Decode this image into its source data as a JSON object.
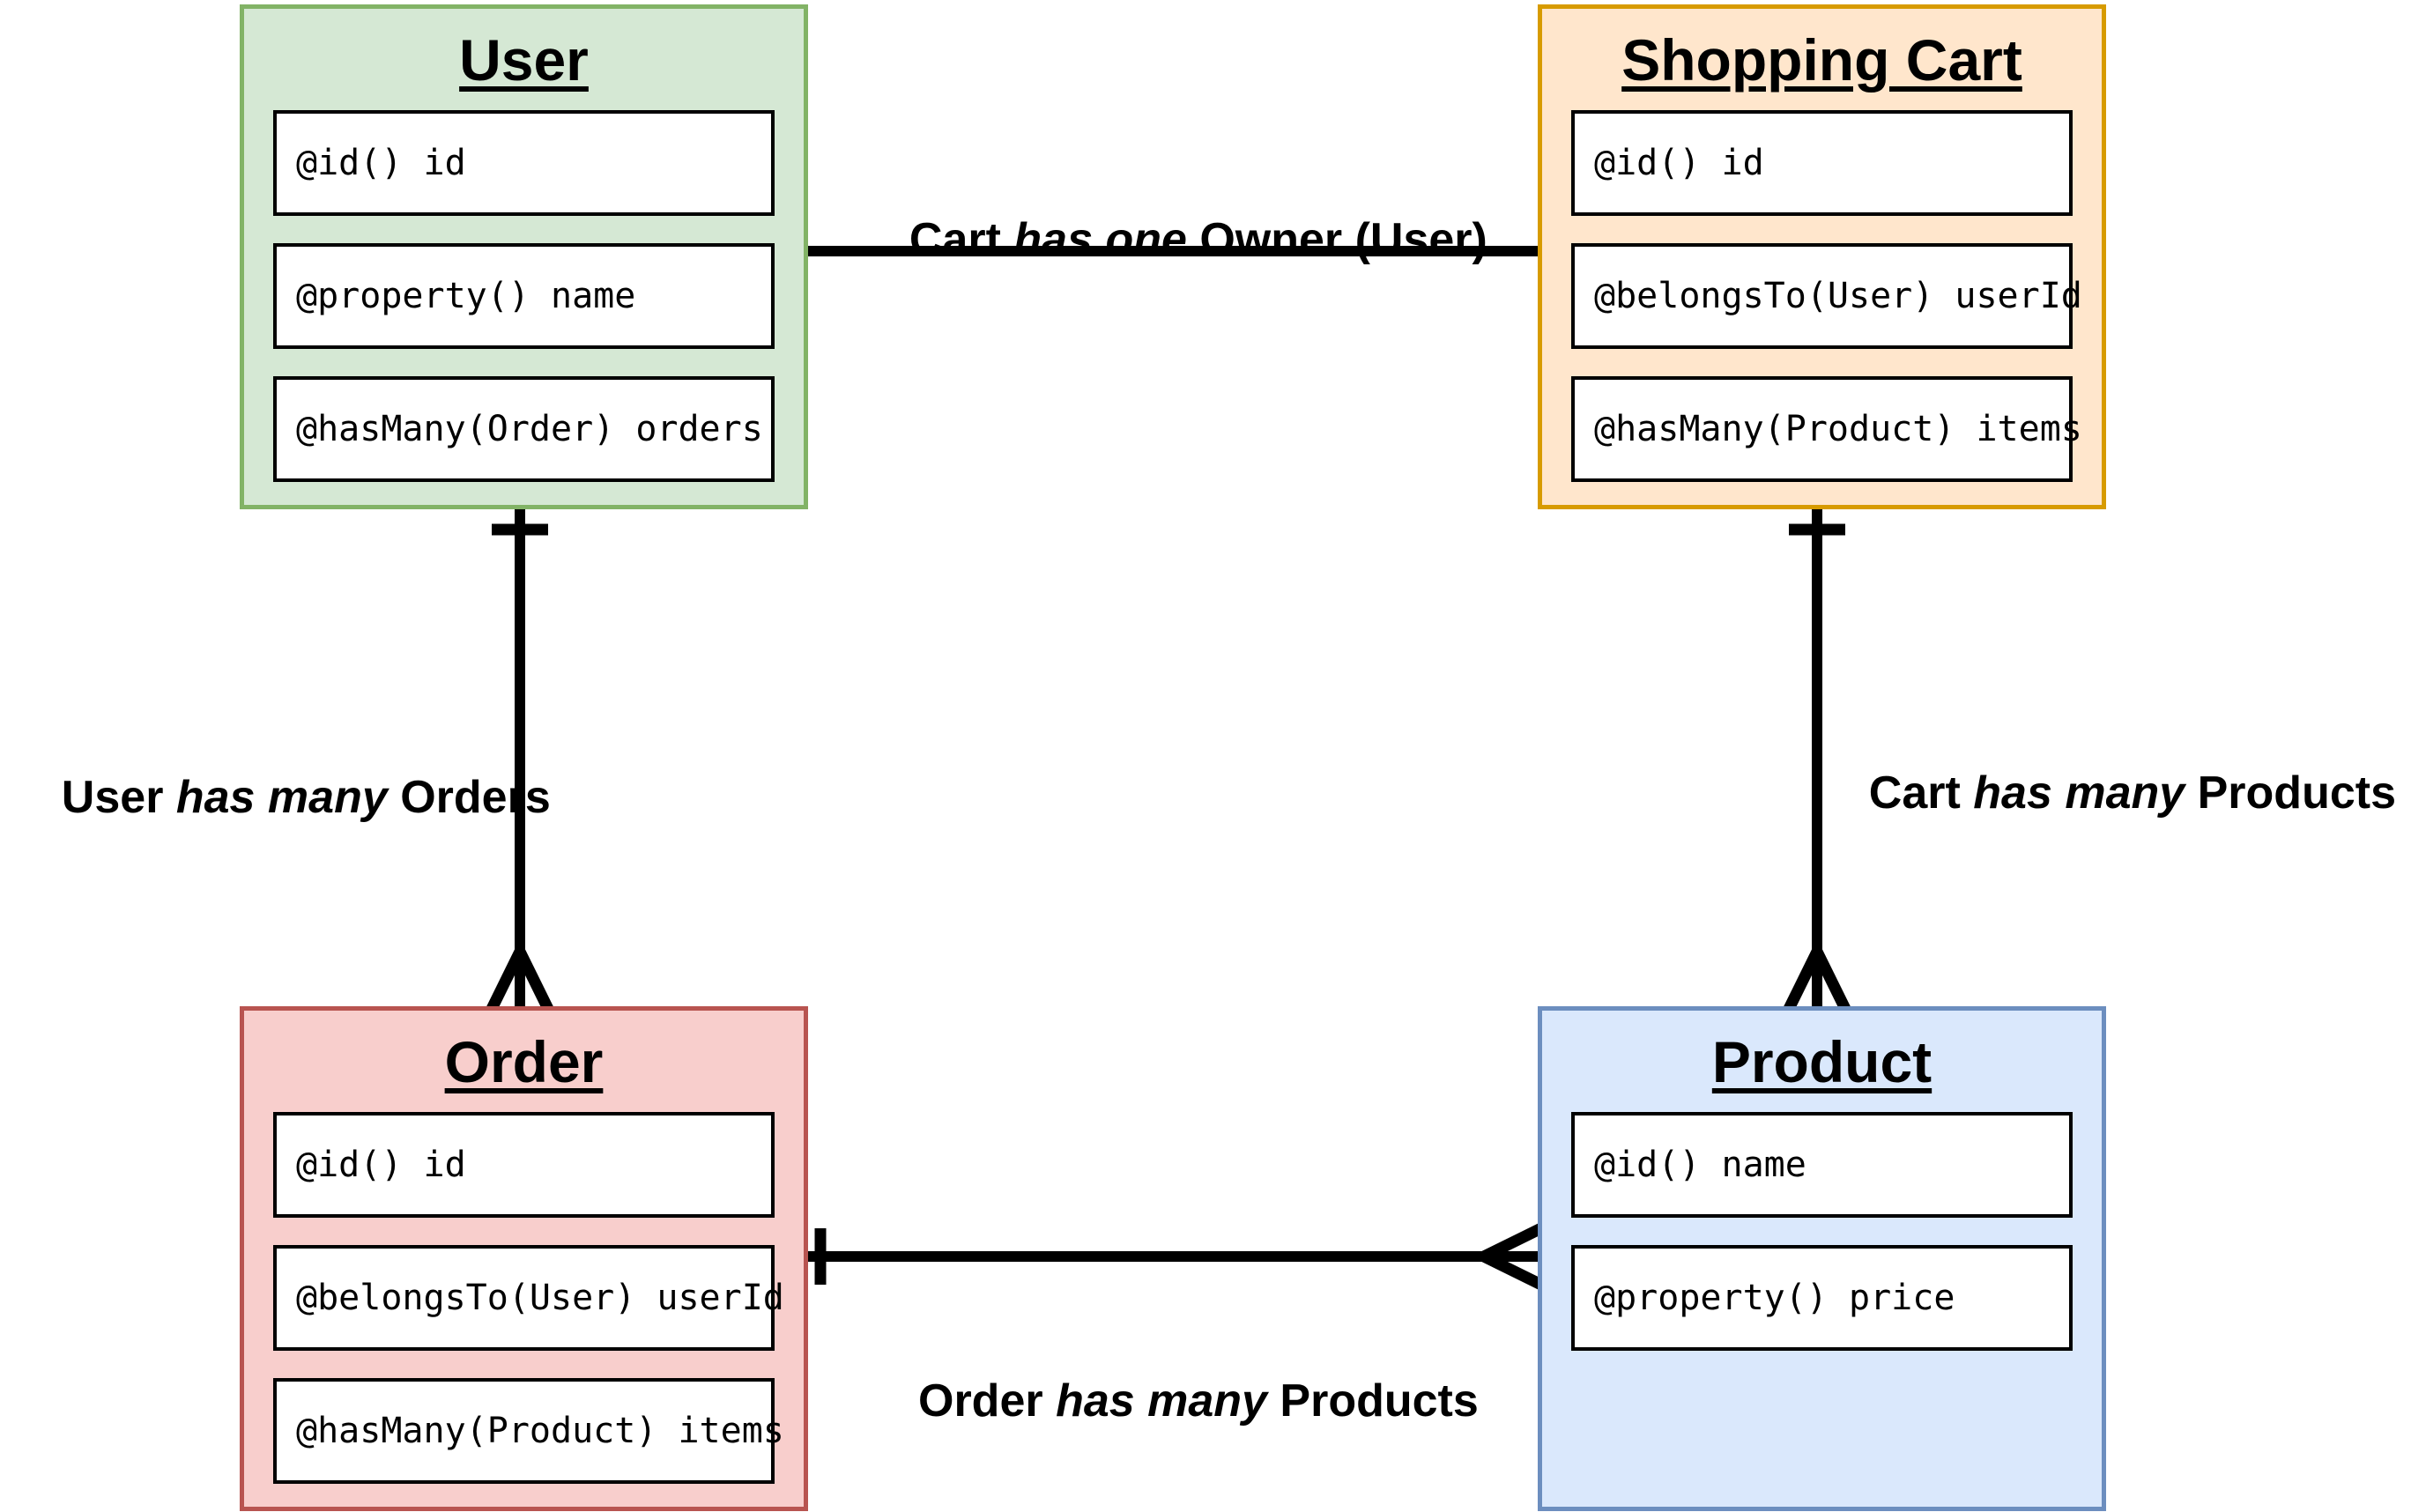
{
  "diagram": {
    "entities": {
      "user": {
        "title": "User",
        "fields": [
          "@id() id",
          "@property() name",
          "@hasMany(Order) orders"
        ],
        "fill": "#d5e8d4",
        "stroke": "#82b366"
      },
      "shopping_cart": {
        "title": "Shopping Cart",
        "fields": [
          "@id() id",
          "@belongsTo(User) userId",
          "@hasMany(Product) items"
        ],
        "fill": "#ffe6cc",
        "stroke": "#d79b00"
      },
      "order": {
        "title": "Order",
        "fields": [
          "@id() id",
          "@belongsTo(User) userId",
          "@hasMany(Product) items"
        ],
        "fill": "#f8cecc",
        "stroke": "#b85450"
      },
      "product": {
        "title": "Product",
        "fields": [
          "@id() name",
          "@property() price"
        ],
        "fill": "#dae8fc",
        "stroke": "#6c8ebf"
      }
    },
    "relationships": {
      "cart_has_one_owner": {
        "prefix": "Cart ",
        "verb": "has one",
        "suffix": " Owner (User)",
        "cardinality": "one-to-one"
      },
      "user_has_many_orders": {
        "prefix": "User ",
        "verb": "has many",
        "suffix": " Orders",
        "cardinality": "one-to-many",
        "one_end": "User",
        "many_end": "Order"
      },
      "cart_has_many_products": {
        "prefix": "Cart ",
        "verb": "has many",
        "suffix": " Products",
        "cardinality": "one-to-many",
        "one_end": "Shopping Cart",
        "many_end": "Product"
      },
      "order_has_many_products": {
        "prefix": "Order ",
        "verb": "has many",
        "suffix": " Products",
        "cardinality": "one-to-many",
        "one_end": "Order",
        "many_end": "Product"
      }
    },
    "colors": {
      "connector": "#000000",
      "field_fill": "#ffffff",
      "field_stroke": "#000000",
      "text": "#000000",
      "background": "#ffffff"
    }
  }
}
